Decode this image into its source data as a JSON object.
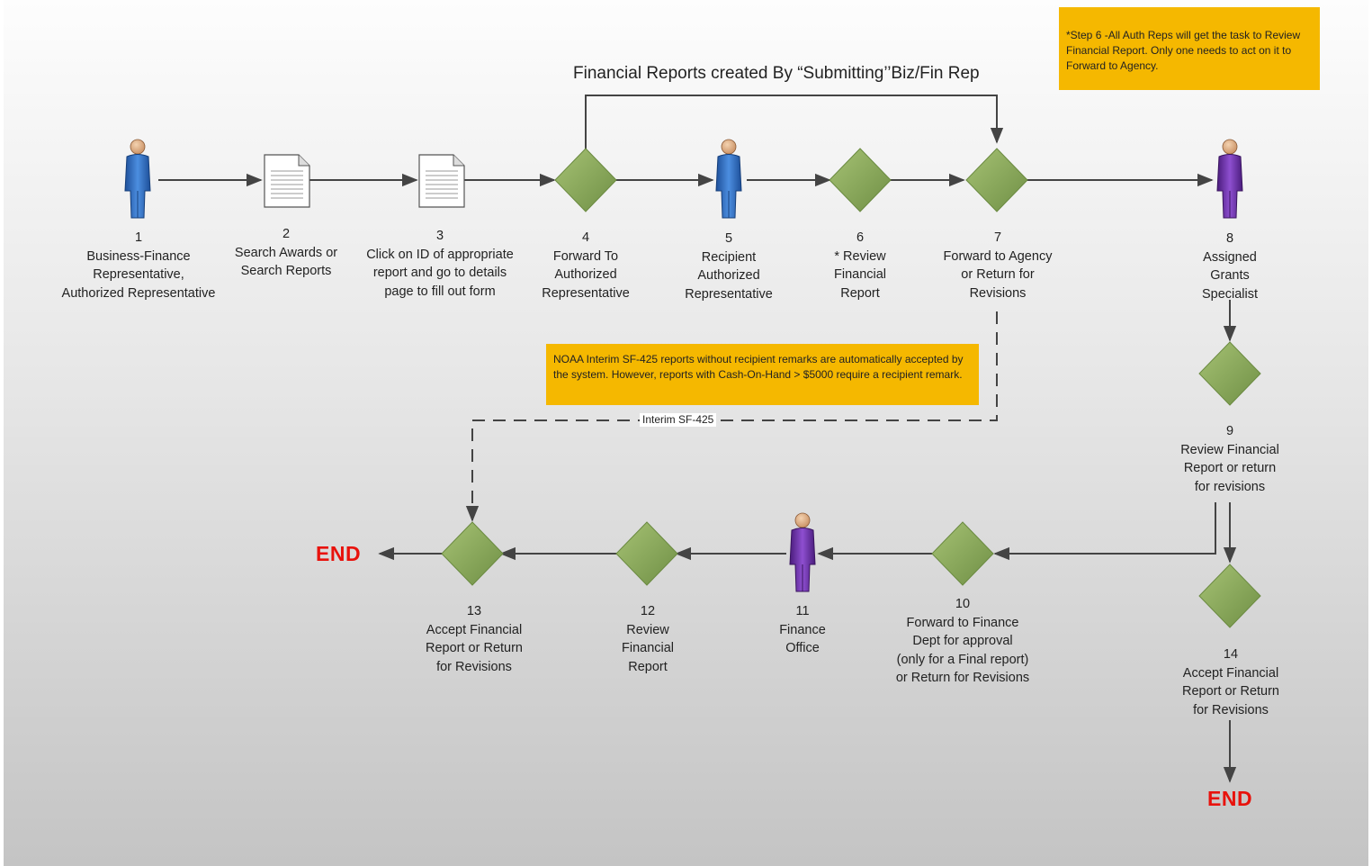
{
  "title": "Financial Reports created By “Submitting’’Biz/Fin Rep",
  "notes": {
    "step6": "*Step 6 -All Auth Reps will get the task to Review Financial Report. Only one needs to act on it to Forward to Agency.",
    "noaa": "NOAA Interim SF-425 reports without recipient remarks are automatically accepted by the system.  However, reports with Cash-On-Hand > $5000 require a recipient remark."
  },
  "dashed_label": "Interim SF-425",
  "end_label": "END",
  "steps": [
    {
      "num": "1",
      "text": "Business-Finance\nRepresentative,\nAuthorized Representative",
      "shape": "person-blue"
    },
    {
      "num": "2",
      "text": "Search Awards or\nSearch Reports",
      "shape": "document"
    },
    {
      "num": "3",
      "text": "Click on ID of appropriate\nreport and go to details\npage to fill out form",
      "shape": "document"
    },
    {
      "num": "4",
      "text": "Forward To\nAuthorized\nRepresentative",
      "shape": "diamond"
    },
    {
      "num": "5",
      "text": "Recipient\nAuthorized\nRepresentative",
      "shape": "person-blue"
    },
    {
      "num": "6",
      "text": "* Review\nFinancial\nReport",
      "shape": "diamond"
    },
    {
      "num": "7",
      "text": "Forward to Agency\nor Return for\nRevisions",
      "shape": "diamond"
    },
    {
      "num": "8",
      "text": "Assigned\nGrants\nSpecialist",
      "shape": "person-purple"
    },
    {
      "num": "9",
      "text": "Review Financial\nReport or return\nfor revisions",
      "shape": "diamond"
    },
    {
      "num": "10",
      "text": "Forward to Finance\nDept for approval\n(only for a Final report)\nor Return for Revisions",
      "shape": "diamond"
    },
    {
      "num": "11",
      "text": "Finance\nOffice",
      "shape": "person-purple"
    },
    {
      "num": "12",
      "text": "Review\nFinancial\nReport",
      "shape": "diamond"
    },
    {
      "num": "13",
      "text": "Accept Financial\nReport or Return\nfor Revisions",
      "shape": "diamond"
    },
    {
      "num": "14",
      "text": "Accept Financial\nReport or Return\nfor Revisions",
      "shape": "diamond"
    }
  ],
  "colors": {
    "diamond": "#8fae5c",
    "person_blue": "#2f6fc1",
    "person_purple": "#6b2fa8",
    "note": "#f5b800",
    "end": "#e8120c",
    "connector": "#444444"
  },
  "icons": [
    "person-icon",
    "document-icon",
    "diamond-icon",
    "arrow-icon"
  ]
}
